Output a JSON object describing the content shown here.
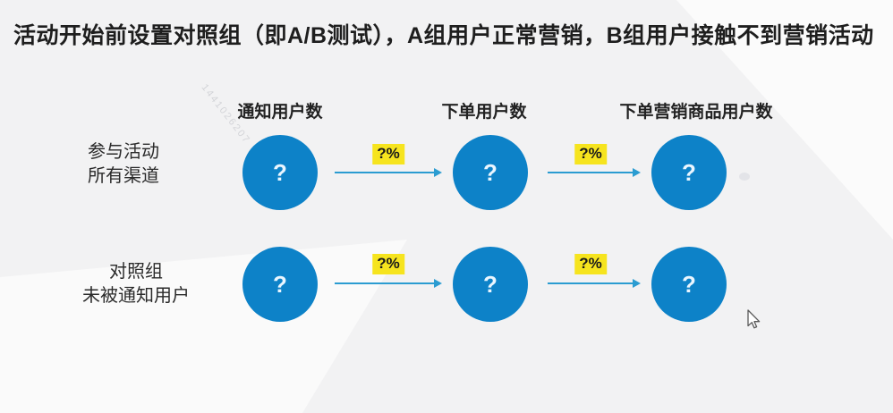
{
  "title": "活动开始前设置对照组（即A/B测试），A组用户正常营销，B组用户接触不到营销活动",
  "watermark": "1441026207",
  "columns": [
    "通知用户数",
    "下单用户数",
    "下单营销商品用户数"
  ],
  "rows": [
    {
      "label_line1": "参与活动",
      "label_line2": "所有渠道",
      "circles": [
        "?",
        "?",
        "?"
      ],
      "rates": [
        "?%",
        "?%"
      ]
    },
    {
      "label_line1": "对照组",
      "label_line2": "未被通知用户",
      "circles": [
        "?",
        "?",
        "?"
      ],
      "rates": [
        "?%",
        "?%"
      ]
    }
  ],
  "colors": {
    "background": "#f2f2f3",
    "circle": "#0d82c8",
    "arrow": "#2b9cd1",
    "rate_badge_bg": "#f6e41e",
    "rate_badge_text": "#1a1a1a",
    "title_text": "#1e1e1e"
  }
}
